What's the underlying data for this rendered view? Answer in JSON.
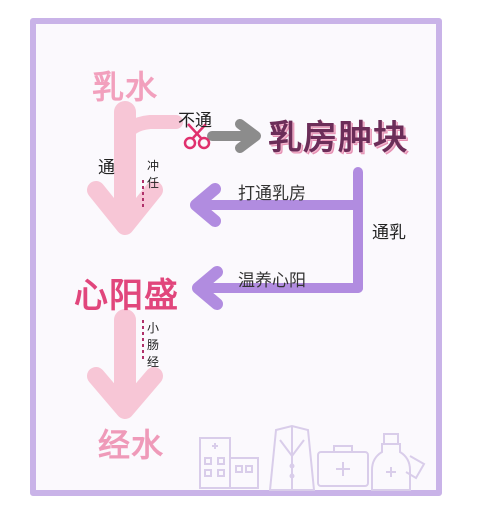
{
  "labels": {
    "milk": "乳水",
    "blocked": "不通",
    "breast_lump": "乳房肿块",
    "through": "通",
    "chong_ren": "冲任",
    "unblock_breast": "打通乳房",
    "unblock_milk": "通乳",
    "warm_heart_yang": "温养心阳",
    "heart_yang_excess": "心阳盛",
    "small_intestine_meridian": "小肠经",
    "menses": "经水"
  },
  "colors": {
    "frame": "#c9b3e8",
    "pink_arrow": "#f7c6d6",
    "purple_arrow": "#b18ce0",
    "gray_arrow": "#8c8c8c",
    "scissors": "#e0306d",
    "dashed_line": "#b0306a",
    "icons": "#d9cdea"
  },
  "icons": [
    "scissors-icon",
    "hospital-icon",
    "coat-icon",
    "medkit-icon",
    "medicine-bottle-icon"
  ]
}
